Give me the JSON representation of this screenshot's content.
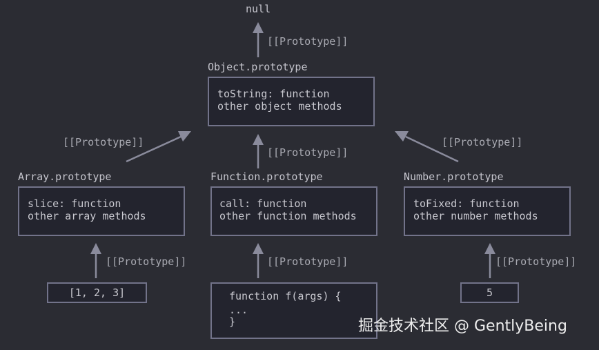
{
  "top": {
    "null_label": "null"
  },
  "proto_link_label": "[[Prototype]]",
  "object_prototype": {
    "title": "Object.prototype",
    "lines": [
      "toString: function",
      "other object methods"
    ]
  },
  "array_prototype": {
    "title": "Array.prototype",
    "lines": [
      "slice: function",
      "other array methods"
    ]
  },
  "function_prototype": {
    "title": "Function.prototype",
    "lines": [
      "call: function",
      "other function methods"
    ]
  },
  "number_prototype": {
    "title": "Number.prototype",
    "lines": [
      "toFixed: function",
      "other number methods"
    ]
  },
  "instances": {
    "array_value": "[1, 2, 3]",
    "function_lines": [
      "function f(args) {",
      "...",
      "}"
    ],
    "number_value": "5"
  },
  "watermark": "掘金技术社区 @ GentlyBeing",
  "colors": {
    "background": "#2b2c33",
    "box_fill": "#23242e",
    "box_border": "#72738a",
    "arrow": "#8a8b9c",
    "text": "#c9c9d0"
  }
}
